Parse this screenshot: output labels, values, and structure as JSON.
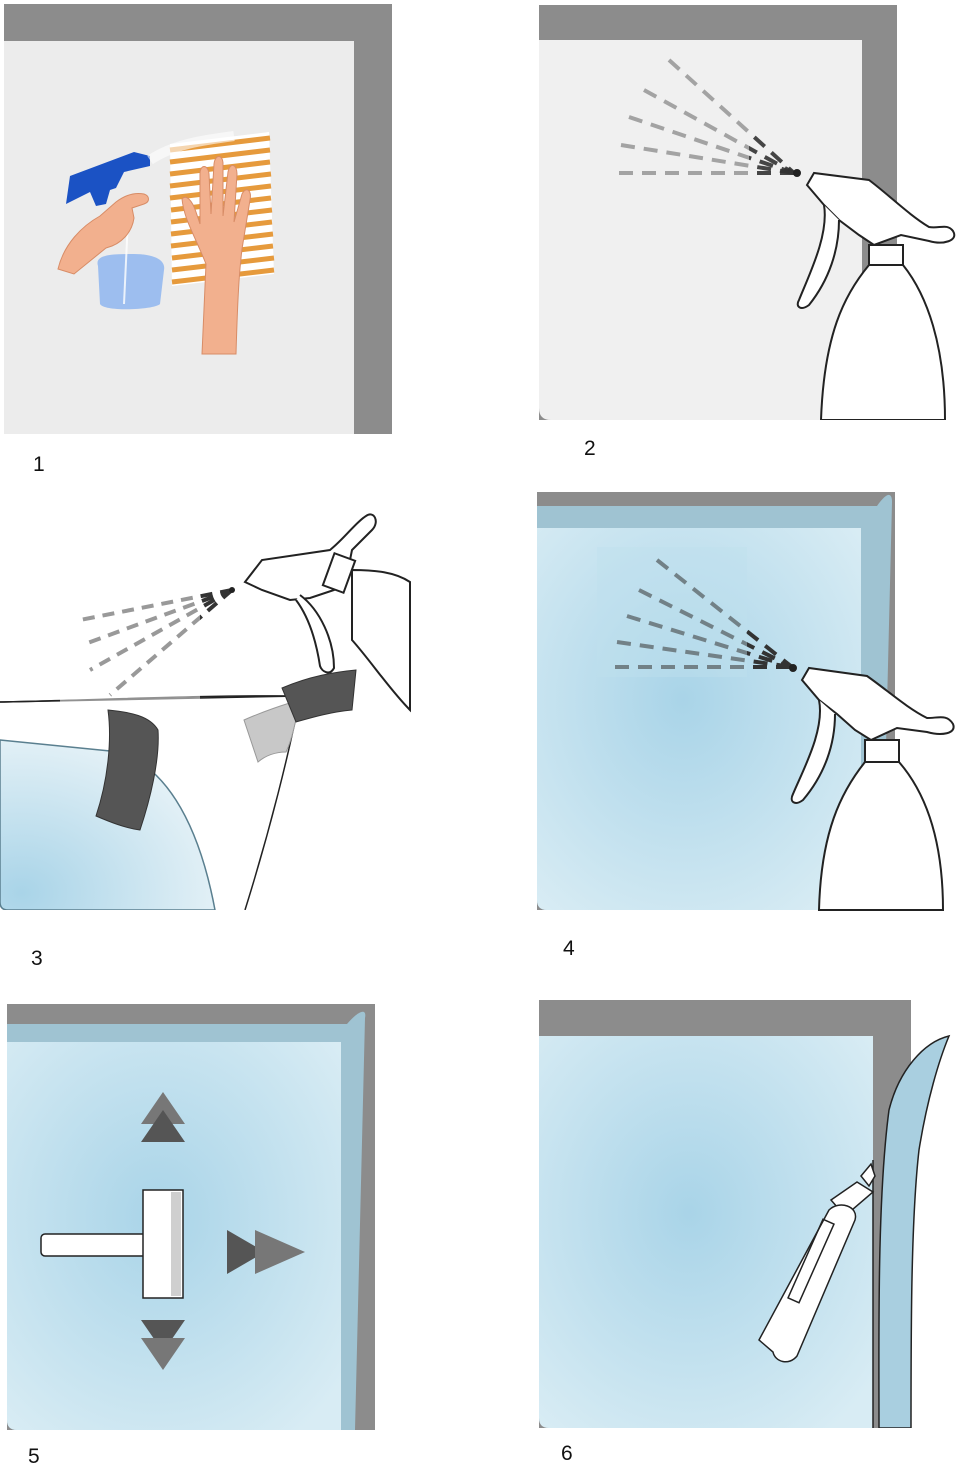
{
  "steps": [
    {
      "label": "1"
    },
    {
      "label": "2"
    },
    {
      "label": "3"
    },
    {
      "label": "4"
    },
    {
      "label": "5"
    },
    {
      "label": "6"
    }
  ],
  "colors": {
    "frame_gray": "#8c8c8c",
    "glass_light": "#f0f0f0",
    "film_blue": "#a9d4e8",
    "film_blue_light": "#d8ecf4",
    "bottle_blue": "#1b52c4",
    "towel_orange": "#e69a3c",
    "skin": "#f2b08e",
    "outline": "#222222"
  },
  "icons": {
    "step1": "spray-bottle-and-cloth-icon",
    "step2": "spray-bottle-icon",
    "step3": "film-peel-icon",
    "step4": "spray-bottle-icon",
    "step5": "squeegee-icon",
    "step6": "utility-knife-icon"
  }
}
